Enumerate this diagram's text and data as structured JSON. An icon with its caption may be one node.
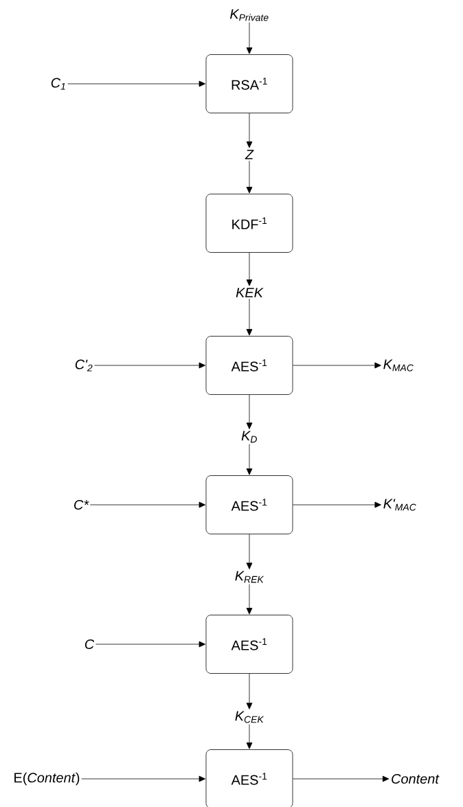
{
  "diagram": {
    "nodes": [
      {
        "text": [
          "K$_{Private}$"
        ]
      },
      {
        "text": [
          "C$_{1}$"
        ]
      },
      {
        "text": [
          "RSA$^{-1}$"
        ]
      },
      {
        "text": [
          "Z"
        ]
      },
      {
        "text": [
          "KDF$^{-1}$"
        ]
      },
      {
        "text": [
          "KEK"
        ]
      },
      {
        "text": [
          "C'$_{2}$"
        ]
      },
      {
        "text": [
          "AES$^{-1}$"
        ]
      },
      {
        "text": [
          "K$_{MAC}$"
        ]
      },
      {
        "text": [
          "K$_{D}$"
        ]
      },
      {
        "text": [
          "C*"
        ]
      },
      {
        "text": [
          "AES$^{-1}$"
        ]
      },
      {
        "text": [
          "K'$_{MAC}$"
        ]
      },
      {
        "text": [
          "K$_{REK}$"
        ]
      },
      {
        "text": [
          "C"
        ]
      },
      {
        "text": [
          "AES$^{-1}$"
        ]
      },
      {
        "text": [
          "K$_{CEK}$"
        ]
      },
      {
        "text": [
          "E(*Content*)"
        ]
      },
      {
        "text": [
          "AES$^{-1}$"
        ]
      },
      {
        "text": [
          "Content"
        ]
      }
    ],
    "edges": [
      {
        "from": 0,
        "to": 2,
        "arrow": "to"
      },
      {
        "from": 1,
        "to": 2,
        "arrow": "to"
      },
      {
        "from": 2,
        "to": 3,
        "arrow": "to"
      },
      {
        "from": 3,
        "to": 4,
        "arrow": "to"
      },
      {
        "from": 4,
        "to": 5,
        "arrow": "to"
      },
      {
        "from": 5,
        "to": 7,
        "arrow": "to"
      },
      {
        "from": 6,
        "to": 7,
        "arrow": "to"
      },
      {
        "from": 7,
        "to": 8,
        "arrow": "to"
      },
      {
        "from": 7,
        "to": 9,
        "arrow": "to"
      },
      {
        "from": 9,
        "to": 11,
        "arrow": "to"
      },
      {
        "from": 10,
        "to": 11,
        "arrow": "to"
      },
      {
        "from": 11,
        "to": 12,
        "arrow": "to"
      },
      {
        "from": 11,
        "to": 13,
        "arrow": "to"
      },
      {
        "from": 13,
        "to": 15,
        "arrow": "to"
      },
      {
        "from": 14,
        "to": 15,
        "arrow": "to"
      },
      {
        "from": 15,
        "to": 16,
        "arrow": "to"
      },
      {
        "from": 16,
        "to": 18,
        "arrow": "to"
      },
      {
        "from": 17,
        "to": 18,
        "arrow": "to"
      },
      {
        "from": 18,
        "to": 19,
        "arrow": "to"
      }
    ]
  }
}
